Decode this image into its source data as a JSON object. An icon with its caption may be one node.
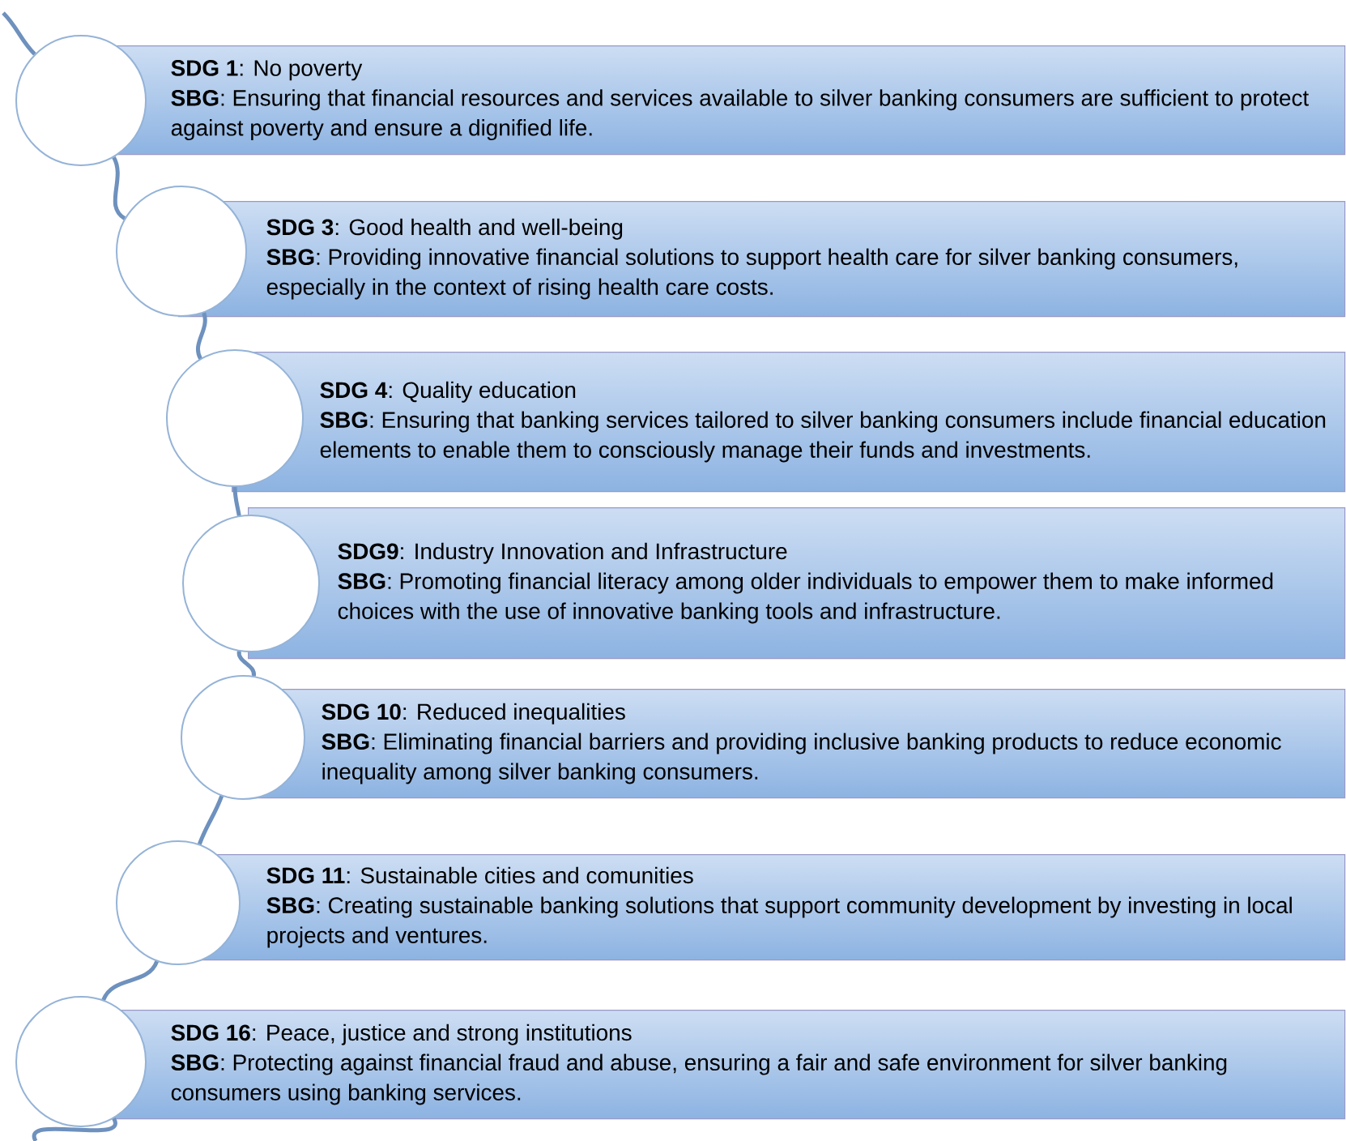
{
  "diagram": {
    "nodes": [
      {
        "text": [
          "**SDG 1**: No poverty",
          "**SBG**: Ensuring that financial resources and services available to silver banking consumers are sufficient to protect against poverty and ensure a dignified life."
        ]
      },
      {
        "text": [
          "**SDG 3**: Good health and well-being",
          "**SBG**: Providing innovative financial solutions to support health care for silver banking consumers, especially in the context of rising health care costs."
        ]
      },
      {
        "text": [
          "**SDG 4**: Quality education",
          "**SBG**: Ensuring that banking services tailored to silver banking consumers include financial education elements to enable them to consciously manage their funds and investments."
        ]
      },
      {
        "text": [
          "**SDG9**: Industry Innovation and Infrastructure",
          "**SBG**: Promoting financial literacy among older individuals to empower them to make informed choices with the use of innovative banking tools and infrastructure."
        ]
      },
      {
        "text": [
          "**SDG 10**: Reduced inequalities",
          "**SBG**: Eliminating financial barriers and providing inclusive banking products to reduce economic inequality among silver banking consumers."
        ]
      },
      {
        "text": [
          "**SDG 11**: Sustainable cities and comunities",
          "**SBG**: Creating sustainable banking solutions that support community development by investing in local projects and ventures."
        ]
      },
      {
        "text": [
          "**SDG 16**: Peace, justice and strong institutions",
          "**SBG**: Protecting against financial fraud and abuse, ensuring a fair and safe environment for silver banking consumers using banking services."
        ]
      },
      {
        "text": [],
        "shape": "circle"
      },
      {
        "text": [],
        "shape": "circle"
      },
      {
        "text": [],
        "shape": "circle"
      },
      {
        "text": [],
        "shape": "circle"
      },
      {
        "text": [],
        "shape": "circle"
      },
      {
        "text": [],
        "shape": "circle"
      },
      {
        "text": [],
        "shape": "circle"
      }
    ],
    "edges": [
      {
        "from": null,
        "to": 7,
        "arrow": "none"
      },
      {
        "from": 7,
        "to": 8,
        "arrow": "none"
      },
      {
        "from": 8,
        "to": 9,
        "arrow": "none"
      },
      {
        "from": 9,
        "to": 10,
        "arrow": "none"
      },
      {
        "from": 10,
        "to": 11,
        "arrow": "none"
      },
      {
        "from": 11,
        "to": 12,
        "arrow": "none"
      },
      {
        "from": 12,
        "to": 13,
        "arrow": "none"
      },
      {
        "from": 13,
        "to": null,
        "arrow": "none"
      }
    ]
  }
}
